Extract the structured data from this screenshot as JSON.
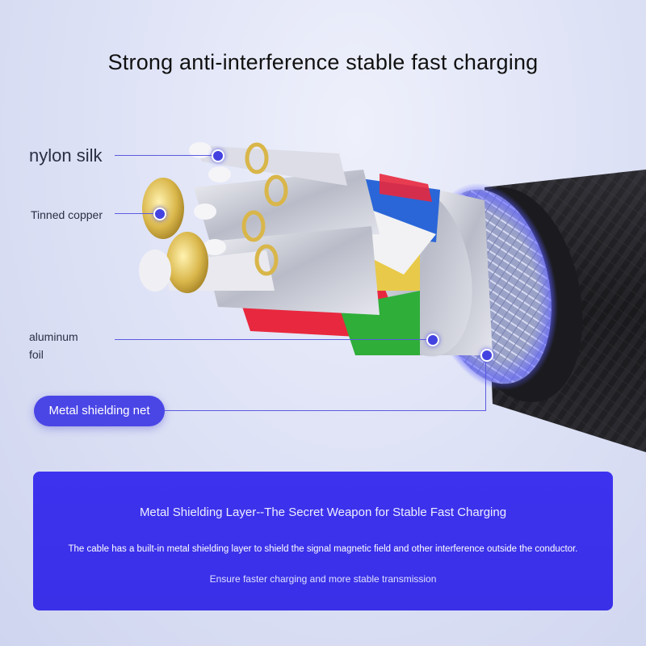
{
  "heading": "Strong anti-interference stable fast charging",
  "labels": {
    "nylon": "nylon silk",
    "copper": "Tinned copper",
    "aluminum": "aluminum foil",
    "shield": "Metal shielding net"
  },
  "panel": {
    "title": "Metal Shielding Layer--The Secret Weapon for Stable Fast Charging",
    "line1": "The cable has a built-in metal shielding layer to shield the signal magnetic field and other interference outside the conductor.",
    "line2": "Ensure faster charging and more stable transmission"
  },
  "colors": {
    "accent": "#4342e0",
    "panel": "#3d33ee",
    "jacket": "#1b1b1f",
    "wire_red": "#e8283e",
    "wire_green": "#2fae3a",
    "wire_blue": "#2a66d8",
    "wire_yellow": "#e8c94a",
    "copper": "#d9b64a"
  }
}
